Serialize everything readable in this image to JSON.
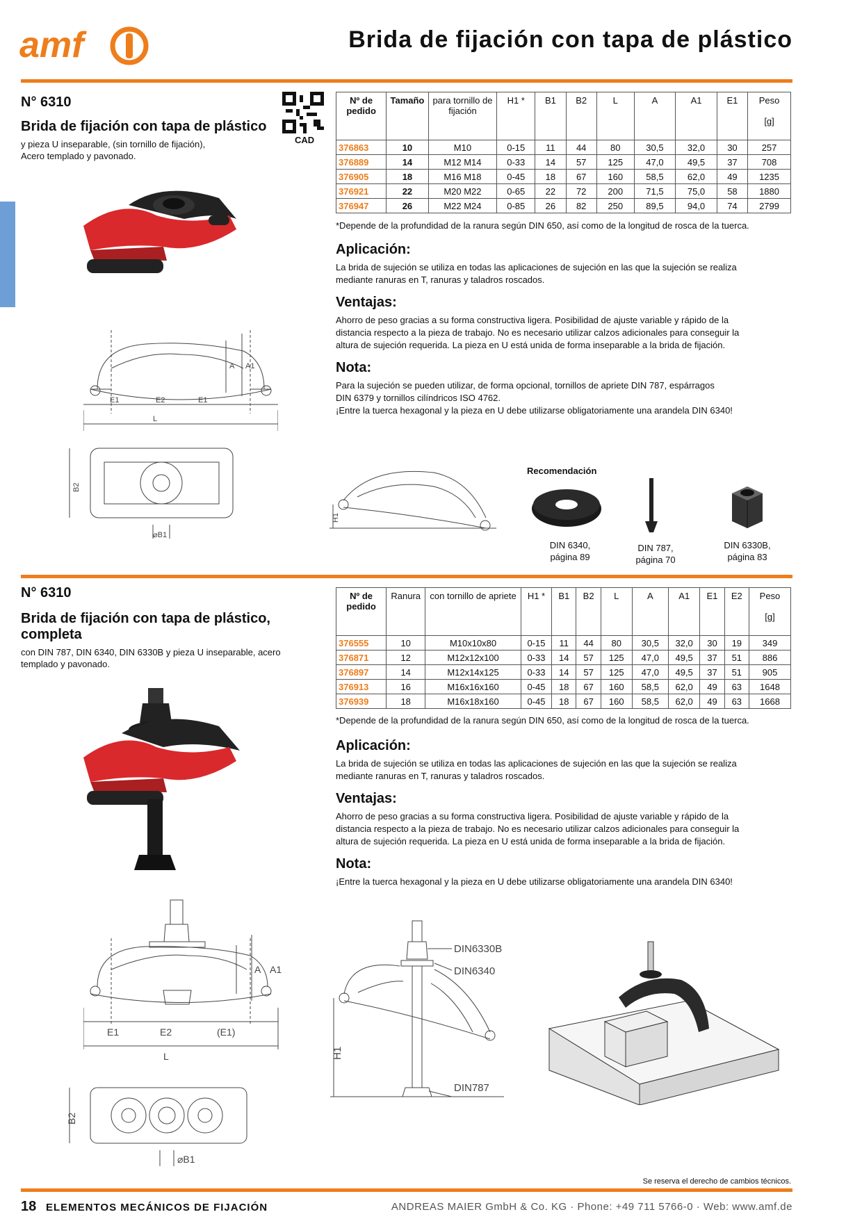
{
  "brand": {
    "logo_text": "amf",
    "accent": "#ee7d1b",
    "tab_color": "#6d9fd6"
  },
  "header": {
    "title": "Brida de fijación con tapa de plástico"
  },
  "section1": {
    "number": "N° 6310",
    "title": "Brida de fijación con tapa de plástico",
    "desc_line1": "y pieza U inseparable, (sin tornillo de fijación),",
    "desc_line2": "Acero templado y pavonado.",
    "qr_label": "CAD",
    "table": {
      "headers": [
        "Nº de pedido",
        "Tamaño",
        "para tornillo de fijación",
        "H1 *",
        "B1",
        "B2",
        "L",
        "A",
        "A1",
        "E1",
        "Peso"
      ],
      "unit_row": "[g]",
      "rows": [
        [
          "376863",
          "10",
          "M10",
          "0-15",
          "11",
          "44",
          "80",
          "30,5",
          "32,0",
          "30",
          "257"
        ],
        [
          "376889",
          "14",
          "M12 M14",
          "0-33",
          "14",
          "57",
          "125",
          "47,0",
          "49,5",
          "37",
          "708"
        ],
        [
          "376905",
          "18",
          "M16 M18",
          "0-45",
          "18",
          "67",
          "160",
          "58,5",
          "62,0",
          "49",
          "1235"
        ],
        [
          "376921",
          "22",
          "M20 M22",
          "0-65",
          "22",
          "72",
          "200",
          "71,5",
          "75,0",
          "58",
          "1880"
        ],
        [
          "376947",
          "26",
          "M22 M24",
          "0-85",
          "26",
          "82",
          "250",
          "89,5",
          "94,0",
          "74",
          "2799"
        ]
      ]
    },
    "footnote": "*Depende de la profundidad de la ranura según DIN 650, así como de la longitud de rosca de la tuerca.",
    "aplicacion_title": "Aplicación:",
    "aplicacion_l1": "La brida de sujeción se utiliza en todas las aplicaciones de sujeción en las que la sujeción se realiza",
    "aplicacion_l2": "mediante ranuras en T, ranuras y taladros roscados.",
    "ventajas_title": "Ventajas:",
    "ventajas_l1": "Ahorro de peso gracias a su forma constructiva ligera. Posibilidad de ajuste variable y rápido de la",
    "ventajas_l2": "distancia respecto a la pieza de trabajo. No es necesario utilizar calzos adicionales para conseguir la",
    "ventajas_l3": "altura de sujeción requerida. La pieza en U está unida de forma inseparable a la brida de fijación.",
    "nota_title": "Nota:",
    "nota_l1": "Para la sujeción se pueden utilizar, de forma opcional, tornillos de apriete DIN 787, espárragos",
    "nota_l2": "DIN 6379 y tornillos cilíndricos ISO 4762.",
    "nota_l3": "¡Entre la tuerca hexagonal y la pieza en U debe utilizarse obligatoriamente una arandela DIN 6340!",
    "recommendation_title": "Recomendación",
    "rec1_l1": "DIN 6340,",
    "rec1_l2": "página 89",
    "rec2_l1": "DIN 787,",
    "rec2_l2": "página 70",
    "rec3_l1": "DIN 6330B,",
    "rec3_l2": "página 83",
    "drawing_labels": {
      "e1": "E1",
      "e2": "E2",
      "l": "L",
      "a": "A",
      "a1": "A1",
      "b2": "B2",
      "b1": "⌀B1",
      "h1": "H1"
    }
  },
  "section2": {
    "number": "N° 6310",
    "title_l1": "Brida de fijación con tapa de plástico,",
    "title_l2": "completa",
    "desc_line1": "con DIN 787, DIN 6340, DIN 6330B y pieza U inseparable, acero",
    "desc_line2": "templado y pavonado.",
    "table": {
      "headers": [
        "Nº de pedido",
        "Ranura",
        "con tornillo de apriete",
        "H1 *",
        "B1",
        "B2",
        "L",
        "A",
        "A1",
        "E1",
        "E2",
        "Peso"
      ],
      "unit_row": "[g]",
      "rows": [
        [
          "376555",
          "10",
          "M10x10x80",
          "0-15",
          "11",
          "44",
          "80",
          "30,5",
          "32,0",
          "30",
          "19",
          "349"
        ],
        [
          "376871",
          "12",
          "M12x12x100",
          "0-33",
          "14",
          "57",
          "125",
          "47,0",
          "49,5",
          "37",
          "51",
          "886"
        ],
        [
          "376897",
          "14",
          "M12x14x125",
          "0-33",
          "14",
          "57",
          "125",
          "47,0",
          "49,5",
          "37",
          "51",
          "905"
        ],
        [
          "376913",
          "16",
          "M16x16x160",
          "0-45",
          "18",
          "67",
          "160",
          "58,5",
          "62,0",
          "49",
          "63",
          "1648"
        ],
        [
          "376939",
          "18",
          "M16x18x160",
          "0-45",
          "18",
          "67",
          "160",
          "58,5",
          "62,0",
          "49",
          "63",
          "1668"
        ]
      ]
    },
    "footnote": "*Depende de la profundidad de la ranura según DIN 650, así como de la longitud de rosca de la tuerca.",
    "aplicacion_title": "Aplicación:",
    "aplicacion_l1": "La brida de sujeción se utiliza en todas las aplicaciones de sujeción en las que la sujeción se realiza",
    "aplicacion_l2": "mediante ranuras en T, ranuras y taladros roscados.",
    "ventajas_title": "Ventajas:",
    "ventajas_l1": "Ahorro de peso gracias a su forma constructiva ligera. Posibilidad de ajuste variable y rápido de la",
    "ventajas_l2": "distancia respecto a la pieza de trabajo. No es necesario utilizar calzos adicionales para conseguir la",
    "ventajas_l3": "altura de sujeción requerida. La pieza en U está unida de forma inseparable a la brida de fijación.",
    "nota_title": "Nota:",
    "nota_l1": "¡Entre la tuerca hexagonal y la pieza en U debe utilizarse obligatoriamente una arandela DIN 6340!",
    "drawing_labels": {
      "din6330b": "DIN6330B",
      "din6340": "DIN6340",
      "din787": "DIN787",
      "h1": "H1",
      "e1": "E1",
      "e2": "E2",
      "e1p": "(E1)",
      "l": "L",
      "a": "A",
      "a1": "A1",
      "b2": "B2",
      "b1": "⌀B1"
    }
  },
  "footer": {
    "reserve_note": "Se reserva el derecho de cambios técnicos.",
    "page_number": "18",
    "section_name": "ELEMENTOS MECÁNICOS DE FIJACIÓN",
    "company": "ANDREAS MAIER GmbH & Co. KG · Phone: +49 711 5766-0 · Web: www.amf.de"
  }
}
